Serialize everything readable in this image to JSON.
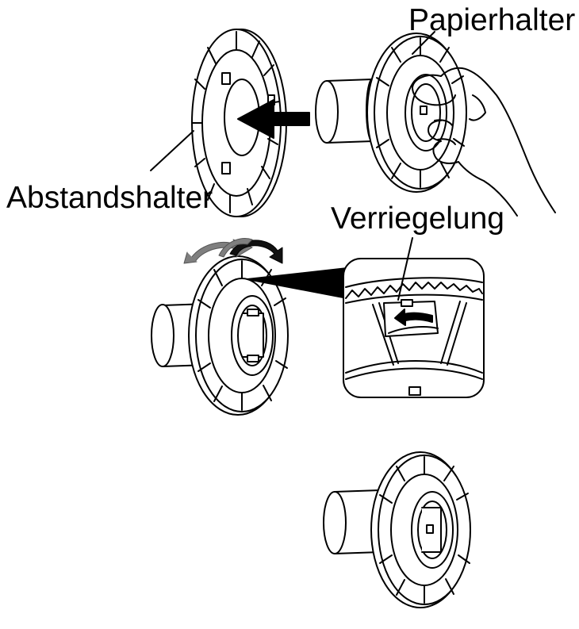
{
  "labels": {
    "paper_holder": "Papierhalter",
    "spacer": "Abstandshalter",
    "lock": "Verriegelung"
  },
  "colors": {
    "line": "#000000",
    "fill": "#ffffff",
    "arrow_gray": "#7f7f7f",
    "arrow_dark": "#111111"
  }
}
